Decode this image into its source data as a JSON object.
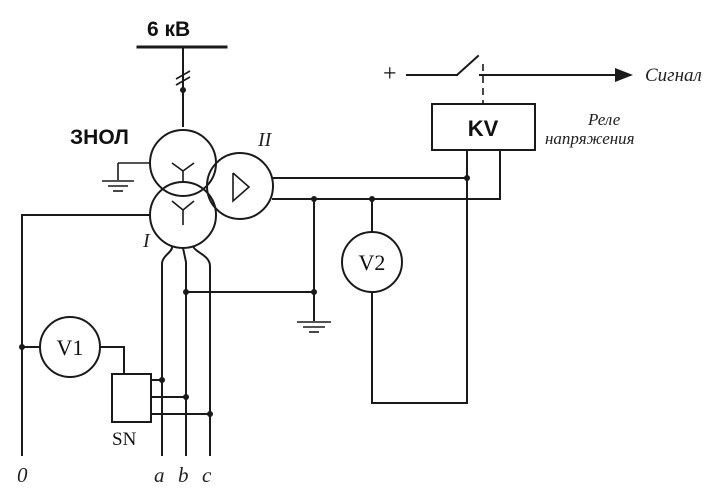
{
  "supply": {
    "voltage_label": "6 кВ"
  },
  "transformer": {
    "name": "ЗНОЛ",
    "winding_primary_label": "I",
    "winding_secondary_label": "II"
  },
  "relay": {
    "name": "KV",
    "caption_line1": "Реле",
    "caption_line2": "напряжения"
  },
  "signal": {
    "plus_label": "+",
    "output_label": "Сигнал"
  },
  "meters": {
    "v1_label": "V1",
    "v2_label": "V2",
    "sn_label": "SN"
  },
  "terminals": {
    "zero": "0",
    "a": "a",
    "b": "b",
    "c": "c"
  }
}
